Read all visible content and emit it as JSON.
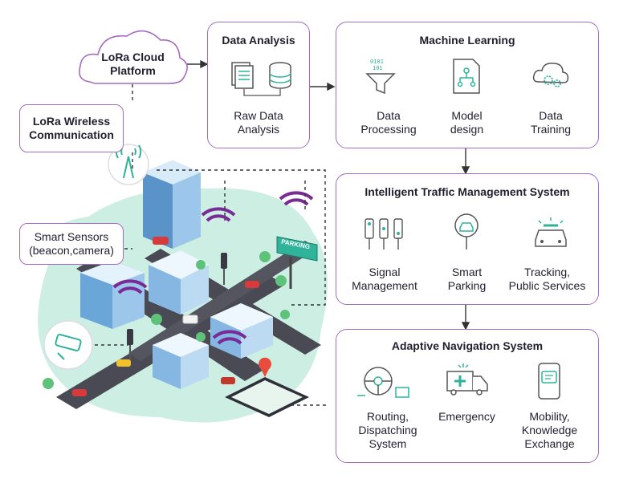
{
  "cloud": {
    "label": "LoRa Cloud\nPlatform"
  },
  "wireless": {
    "label": "LoRa Wireless\nCommunication"
  },
  "sensors": {
    "label": "Smart Sensors\n(beacon,camera)"
  },
  "city": {
    "parking_sign": "PARKING"
  },
  "data_analysis": {
    "title": "Data Analysis",
    "item": "Raw Data\nAnalysis"
  },
  "machine_learning": {
    "title": "Machine Learning",
    "steps": [
      "Data\nProcessing",
      "Model\ndesign",
      "Data\nTraining"
    ]
  },
  "itms": {
    "title": "Intelligent Traffic Management System",
    "items": [
      "Signal\nManagement",
      "Smart\nParking",
      "Tracking,\nPublic Services"
    ]
  },
  "navigation": {
    "title": "Adaptive Navigation System",
    "items": [
      "Routing,\nDispatching\nSystem",
      "Emergency",
      "Mobility,\nKnowledge\nExchange"
    ]
  },
  "colors": {
    "accent": "#a56bc0",
    "teal": "#2fb39b",
    "city_ground": "#cdeee3",
    "road": "#4a4a55"
  }
}
